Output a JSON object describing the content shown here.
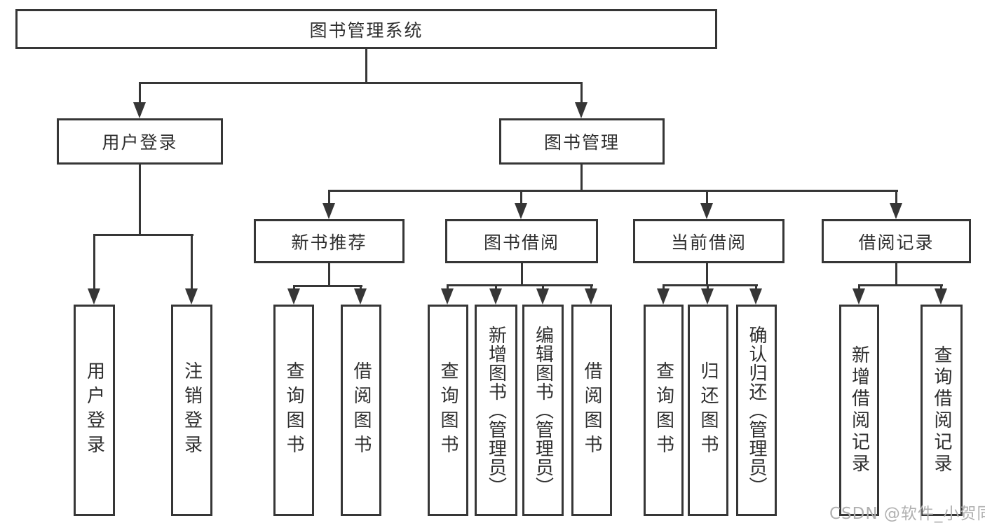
{
  "diagram": {
    "root": "图书管理系统",
    "branches": [
      {
        "label": "用户登录",
        "children": [
          "用户登录",
          "注销登录"
        ]
      },
      {
        "label": "图书管理",
        "sections": [
          {
            "label": "新书推荐",
            "children": [
              "查询图书",
              "借阅图书"
            ]
          },
          {
            "label": "图书借阅",
            "children": [
              "查询图书",
              "新增图书（管理员）",
              "编辑图书（管理员）",
              "借阅图书"
            ]
          },
          {
            "label": "当前借阅",
            "children": [
              "查询图书",
              "归还图书",
              "确认归还（管理员）"
            ]
          },
          {
            "label": "借阅记录",
            "children": [
              "新增借阅记录",
              "查询借阅记录"
            ]
          }
        ]
      }
    ],
    "colors": {
      "line": "#363636",
      "text": "#2f2f2f",
      "background": "#ffffff",
      "watermark": "#b0b0b0"
    }
  },
  "watermark": "CSDN @软件_小贺同学"
}
